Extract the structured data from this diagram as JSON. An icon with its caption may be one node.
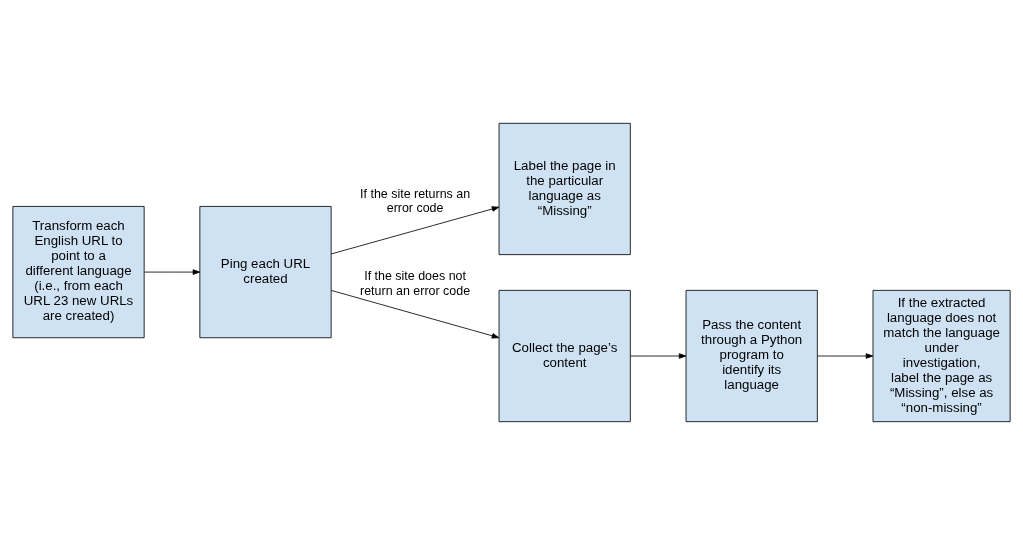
{
  "diagram": {
    "nodes": [
      {
        "text": [
          "Transform each English URL to point to a different language (i.e., from each URL 23 new URLs are created)"
        ]
      },
      {
        "text": [
          "Ping each URL created"
        ]
      },
      {
        "text": [
          "Label the page in the particular language as “Missing”"
        ]
      },
      {
        "text": [
          "Collect the page’s content"
        ]
      },
      {
        "text": [
          "Pass the content through a Python program to identify its language"
        ]
      },
      {
        "text": [
          "If the extracted language does not match the language under investigation, label the page as “Missing”, else as “non-missing”"
        ]
      }
    ],
    "edges": [
      {
        "from": 0,
        "to": 1,
        "arrow": "to"
      },
      {
        "from": 1,
        "to": 2,
        "arrow": "to",
        "label": "If the site returns an error code"
      },
      {
        "from": 1,
        "to": 3,
        "arrow": "to",
        "label": "If the site does not return an error code"
      },
      {
        "from": 3,
        "to": 4,
        "arrow": "to"
      },
      {
        "from": 4,
        "to": 5,
        "arrow": "to"
      }
    ]
  }
}
